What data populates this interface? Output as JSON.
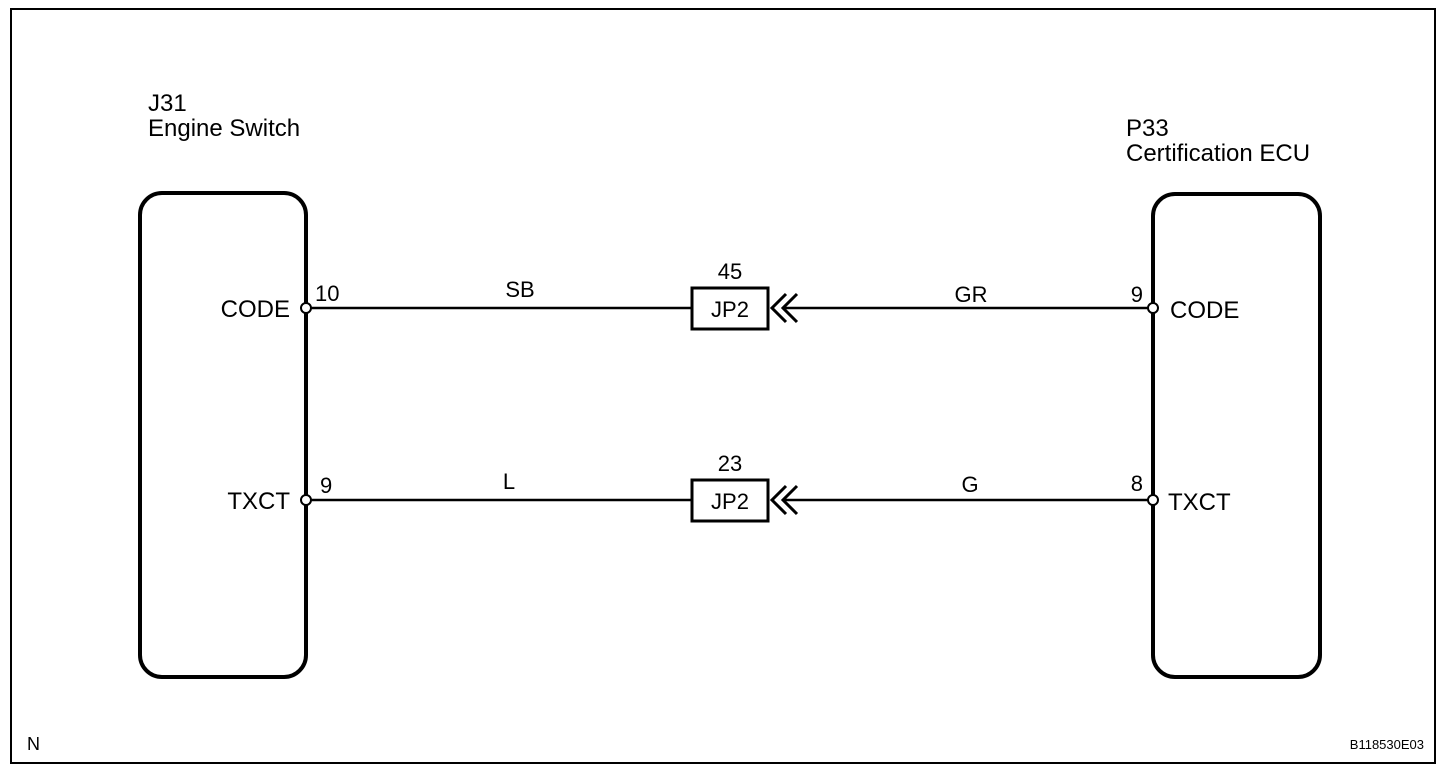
{
  "components": {
    "left": {
      "code": "J31",
      "name": "Engine Switch"
    },
    "right": {
      "code": "P33",
      "name": "Certification ECU"
    }
  },
  "circuits": [
    {
      "signal_left": "CODE",
      "pin_left": "10",
      "wire_left": "SB",
      "junction_number": "45",
      "junction": "JP2",
      "wire_right": "GR",
      "pin_right": "9",
      "signal_right": "CODE"
    },
    {
      "signal_left": "TXCT",
      "pin_left": "9",
      "wire_left": "L",
      "junction_number": "23",
      "junction": "JP2",
      "wire_right": "G",
      "pin_right": "8",
      "signal_right": "TXCT"
    }
  ],
  "corner_label": "N",
  "figure_id": "B118530E03"
}
